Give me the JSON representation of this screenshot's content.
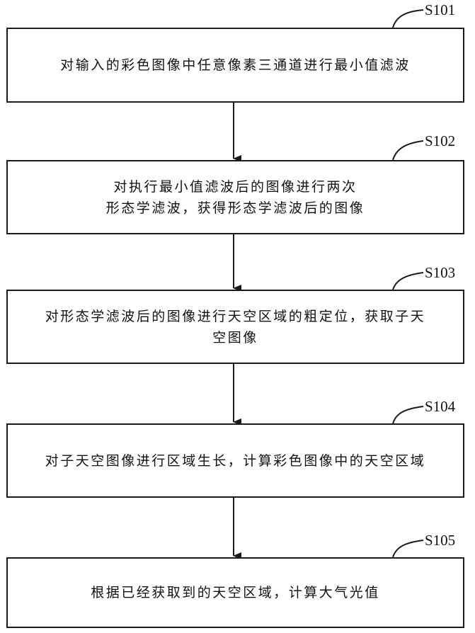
{
  "steps": [
    {
      "label": "S101",
      "lines": [
        "对输入的彩色图像中任意像素三通道进行最小值滤波"
      ]
    },
    {
      "label": "S102",
      "lines": [
        "对执行最小值滤波后的图像进行两次",
        "形态学滤波，获得形态学滤波后的图像"
      ]
    },
    {
      "label": "S103",
      "lines": [
        "对形态学滤波后的图像进行天空区域的粗定位，获取子天",
        "空图像"
      ]
    },
    {
      "label": "S104",
      "lines": [
        "对子天空图像进行区域生长，计算彩色图像中的天空区域"
      ]
    },
    {
      "label": "S105",
      "lines": [
        "根据已经获取到的天空区域，计算大气光值"
      ]
    }
  ]
}
